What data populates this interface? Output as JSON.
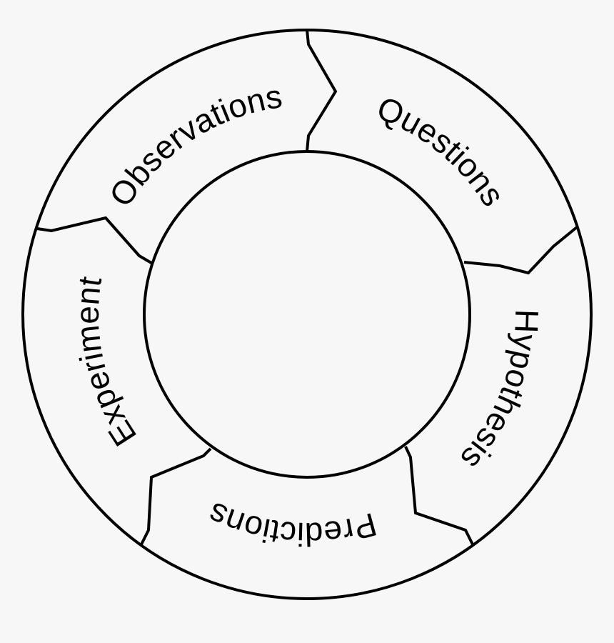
{
  "diagram": {
    "type": "cycle",
    "stages": [
      {
        "label": "Observations"
      },
      {
        "label": "Questions"
      },
      {
        "label": "Hypothesis"
      },
      {
        "label": "Predictions"
      },
      {
        "label": "Experiment"
      }
    ],
    "colors": {
      "background": "#f7f7f7",
      "stroke": "#000000"
    }
  }
}
